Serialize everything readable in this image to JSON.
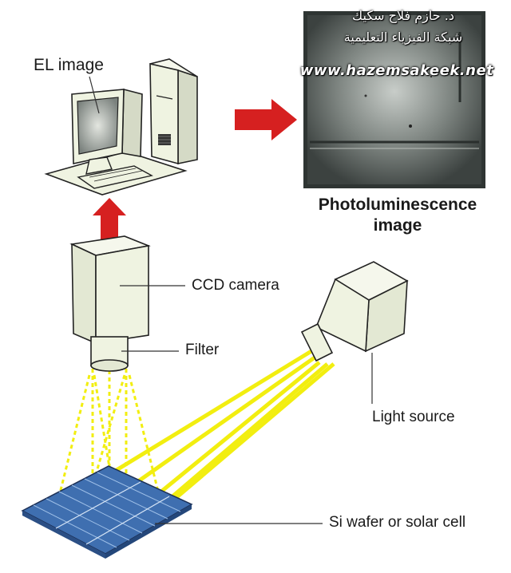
{
  "labels": {
    "el_image": "EL image",
    "ccd_camera": "CCD camera",
    "filter": "Filter",
    "light_source": "Light source",
    "si_wafer": "Si wafer or solar cell",
    "photoluminescence": "Photoluminescence image"
  },
  "watermark": {
    "line1": "د. حازم فلاح سكيك",
    "line2": "شبكة الفيزياء التعليمية",
    "url": "www.hazemsakeek.net"
  },
  "colors": {
    "arrow": "#d62020",
    "beam": "#f2ee10",
    "wafer": "#3f6fb0",
    "equipment": "#eff3e1",
    "outline": "#222222",
    "pl_image": "#555b5a"
  }
}
